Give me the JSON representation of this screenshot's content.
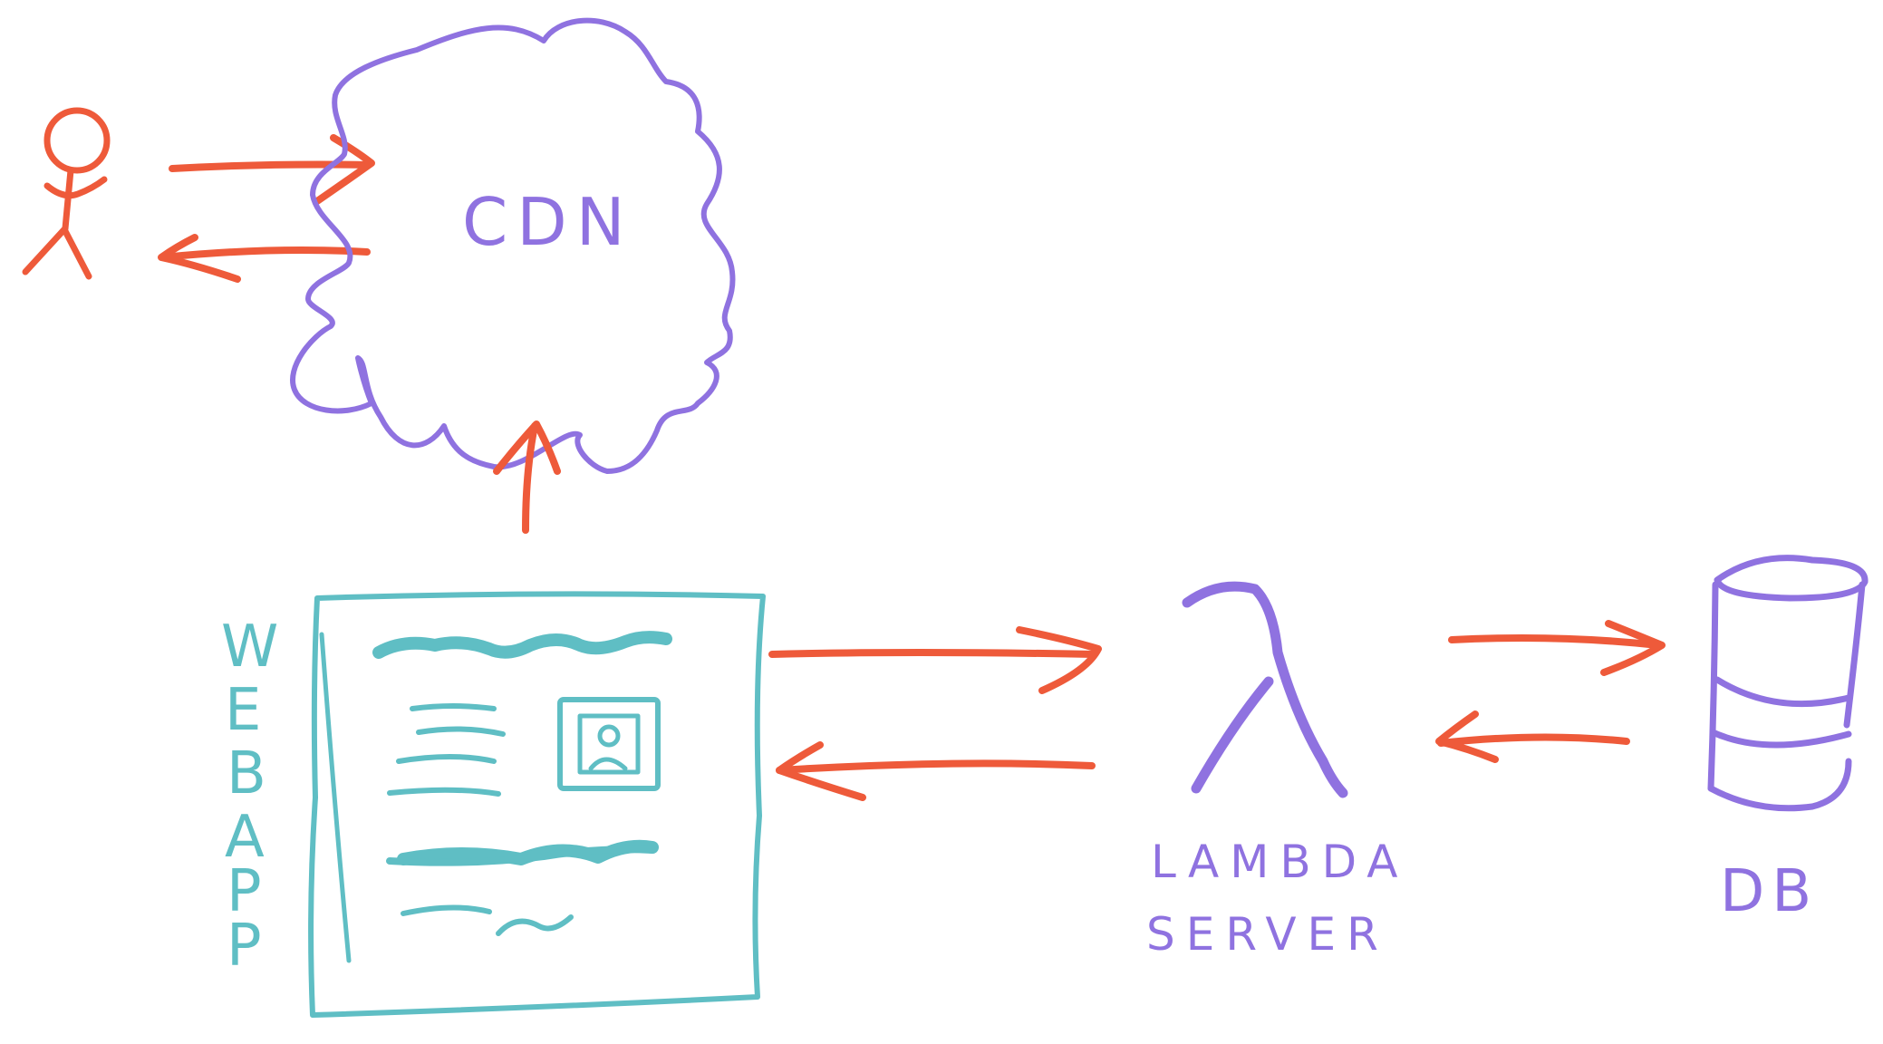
{
  "colors": {
    "flow": "#ee5a3a",
    "service": "#8f72e0",
    "webapp": "#5fbec4"
  },
  "nodes": {
    "user": {
      "label": "",
      "icon": "stick-figure-icon"
    },
    "cdn": {
      "label": "CDN",
      "icon": "cloud-icon"
    },
    "webapp": {
      "label_letters": [
        "W",
        "E",
        "B",
        "A",
        "P",
        "P"
      ],
      "icon": "webpage-icon"
    },
    "lambda": {
      "symbol": "λ",
      "line1": "LAMBDA",
      "line2": "SERVER",
      "icon": "lambda-icon"
    },
    "db": {
      "label": "DB",
      "icon": "database-cylinder-icon"
    }
  }
}
